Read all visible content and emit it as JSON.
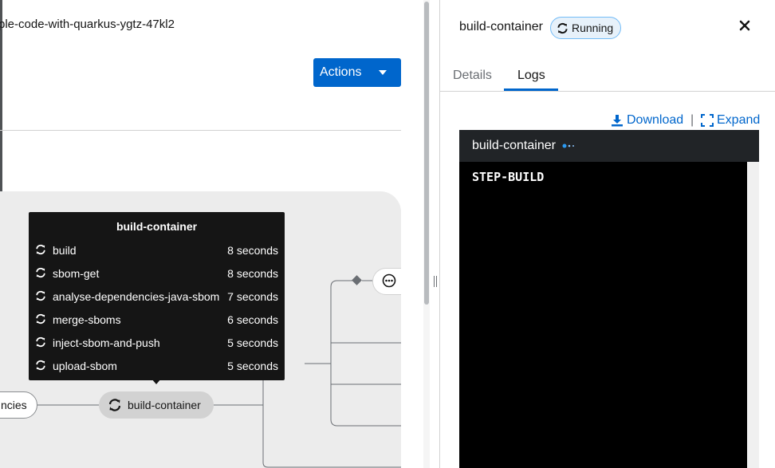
{
  "pipeline_run": {
    "name": "ple-code-with-quarkus-ygtz-47kl2",
    "actions_label": "Actions"
  },
  "topology": {
    "prev_node_label": "ncies",
    "current_node_label": "build-container"
  },
  "tooltip": {
    "title": "build-container",
    "tasks": [
      {
        "name": "build",
        "duration": "8 seconds"
      },
      {
        "name": "sbom-get",
        "duration": "8 seconds"
      },
      {
        "name": "analyse-dependencies-java-sbom",
        "duration": "7 seconds"
      },
      {
        "name": "merge-sboms",
        "duration": "6 seconds"
      },
      {
        "name": "inject-sbom-and-push",
        "duration": "5 seconds"
      },
      {
        "name": "upload-sbom",
        "duration": "5 seconds"
      }
    ]
  },
  "side_panel": {
    "title": "build-container",
    "status": "Running",
    "tabs": [
      {
        "label": "Details",
        "active": false
      },
      {
        "label": "Logs",
        "active": true
      }
    ],
    "download_label": "Download",
    "separator": "|",
    "expand_label": "Expand",
    "log": {
      "header": "build-container",
      "content": "STEP-BUILD"
    }
  },
  "colors": {
    "primary": "#0066cc",
    "running_badge_bg": "#e7f1fa",
    "running_badge_border": "#73bcf7",
    "tooltip_bg": "#151515",
    "log_bg": "#000000",
    "log_header_bg": "#212427"
  },
  "icons": {
    "running": "sync-icon",
    "close": "times-icon",
    "download": "download-icon",
    "expand": "expand-icon",
    "more": "ellipsis-icon"
  }
}
